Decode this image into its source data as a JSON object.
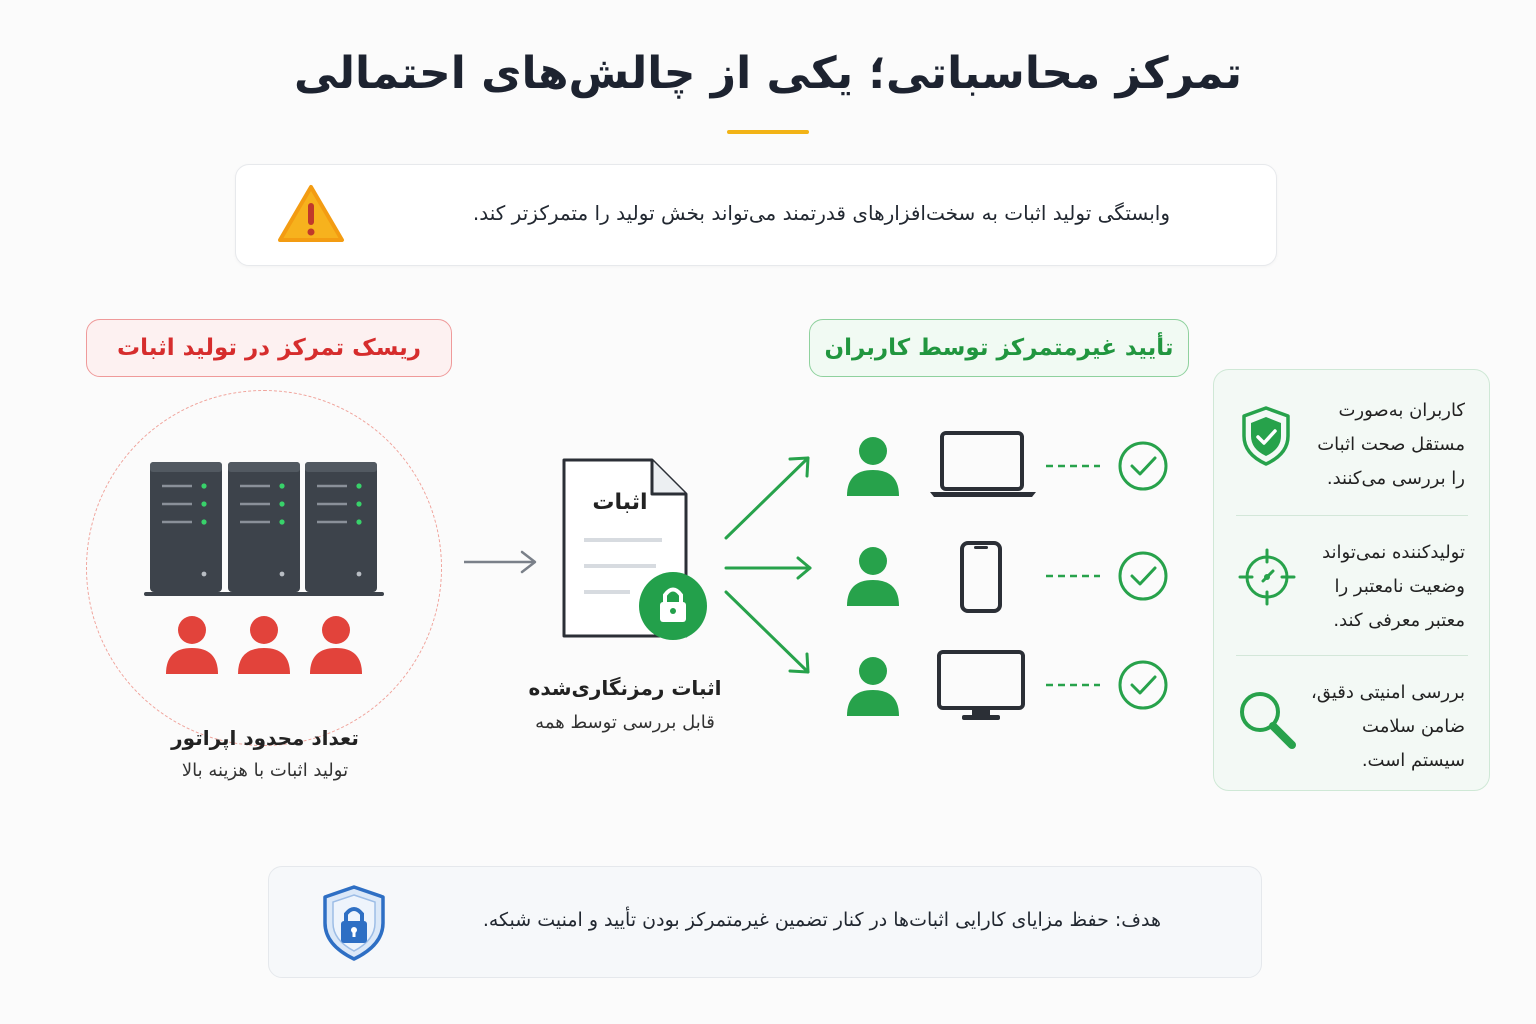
{
  "header": {
    "title": "تمرکز محاسباتی؛ یکی از چالش‌های احتمالی"
  },
  "warning": {
    "text": "وابستگی تولید اثبات به سخت‌افزارهای قدرتمند می‌تواند بخش تولید را متمرکزتر کند."
  },
  "risk_section": {
    "label": "ریسک تمرکز در تولید اثبات",
    "caption_title": "تعداد محدود اپراتور",
    "caption_sub": "تولید اثبات با هزینه بالا"
  },
  "proof_section": {
    "doc_label": "اثبات",
    "caption_title": "اثبات رمزنگاری‌شده",
    "caption_sub": "قابل بررسی توسط همه"
  },
  "verify_section": {
    "label": "تأیید غیرمتمرکز توسط کاربران",
    "devices": [
      "laptop-icon",
      "phone-icon",
      "monitor-icon"
    ]
  },
  "side_panel": {
    "items": [
      {
        "icon": "shield-check-icon",
        "text": "کاربران به‌صورت مستقل صحت اثبات را بررسی می‌کنند."
      },
      {
        "icon": "target-icon",
        "text": "تولیدکننده نمی‌تواند وضعیت نامعتبر را معتبر معرفی کند."
      },
      {
        "icon": "magnifier-icon",
        "text": "بررسی امنیتی دقیق، ضامن سلامت سیستم است."
      }
    ]
  },
  "goal": {
    "text": "هدف: حفظ مزایای کارایی اثبات‌ها در کنار تضمین غیرمتمرکز بودن تأیید و امنیت شبکه."
  },
  "colors": {
    "accent_yellow": "#f2b316",
    "risk_red": "#e24a43",
    "verify_green": "#21a046",
    "shield_blue": "#2e6fc4"
  }
}
